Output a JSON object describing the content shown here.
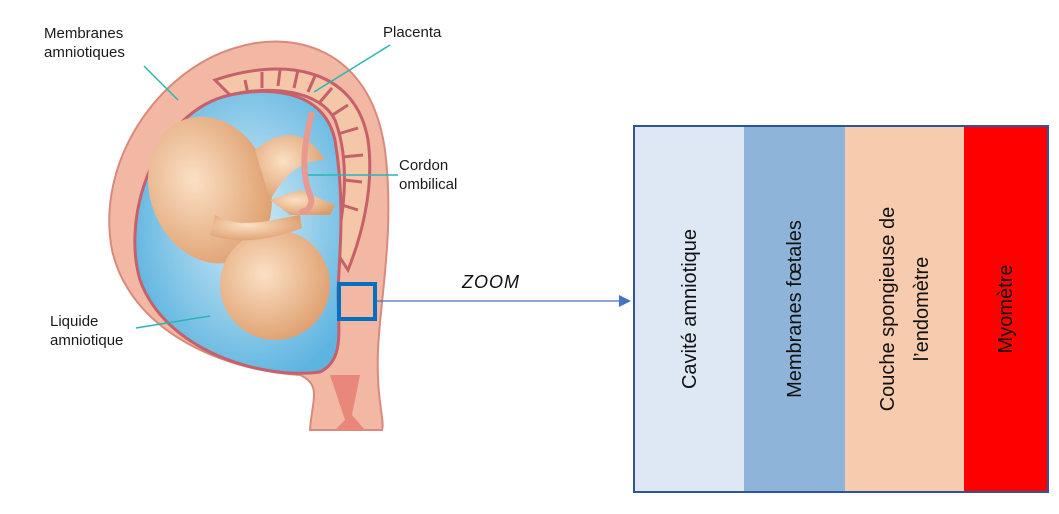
{
  "illustration": {
    "labels": {
      "membranes_line1": "Membranes",
      "membranes_line2": "amniotiques",
      "placenta": "Placenta",
      "cordon_line1": "Cordon",
      "cordon_line2": "ombilical",
      "liquide_line1": "Liquide",
      "liquide_line2": "amniotique"
    },
    "leader_color": "#2bb5b5",
    "zoom_box_color": "#0070c0"
  },
  "zoom_label": "ZOOM",
  "arrow_color": "#4472c4",
  "layers": [
    {
      "line1": "Cavité amniotique",
      "line2": "",
      "color": "#dee8f4"
    },
    {
      "line1": "Membranes fœtales",
      "line2": "",
      "color": "#8fb4da"
    },
    {
      "line1": "Couche spongieuse de",
      "line2": "l’endomètre",
      "color": "#f7cbad"
    },
    {
      "line1": "Myomètre",
      "line2": "",
      "color": "#ff0000"
    }
  ]
}
